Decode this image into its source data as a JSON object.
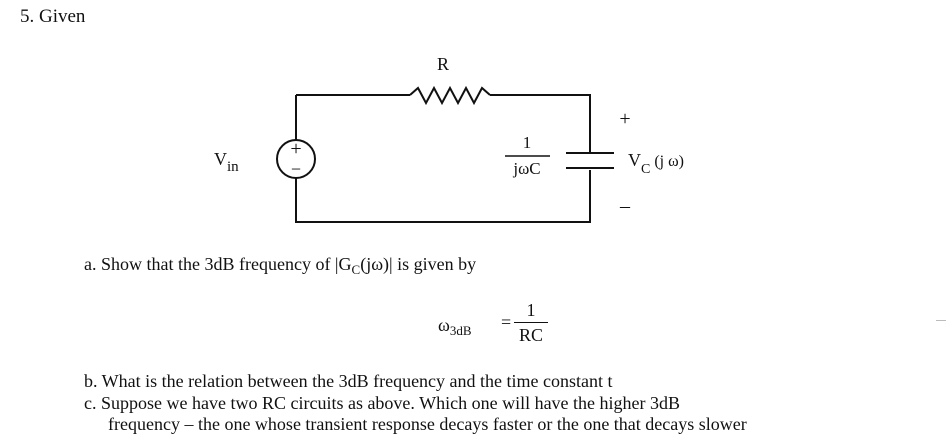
{
  "problem": {
    "title": "5.  Given"
  },
  "circuit": {
    "resistor_label": "R",
    "source_label_main": "V",
    "source_label_sub": "in",
    "source_plus": "+",
    "source_minus": "−",
    "cap_num": "1",
    "cap_den": "jωC",
    "output_plus": "+",
    "output_minus": "–",
    "output_main": "V",
    "output_sub": "C",
    "output_arg": "(j ω)"
  },
  "part_a": {
    "prefix": "a.  Show that the  3dB frequency  of  |G",
    "sub": "C",
    "suffix": "(jω)|  is given by"
  },
  "equation": {
    "lhs": "ω",
    "lhs_sub": "3dB",
    "equals": "=",
    "numerator": "1",
    "denominator": "RC"
  },
  "part_b": {
    "text": "b.  What is the relation between the  3dB frequency  and the time constant  t"
  },
  "part_c": {
    "line1": "c.  Suppose we have two  RC  circuits as above.  Which one will have the higher  3dB",
    "line2": "frequency  –  the one whose transient response decays faster or the one that decays slower"
  }
}
